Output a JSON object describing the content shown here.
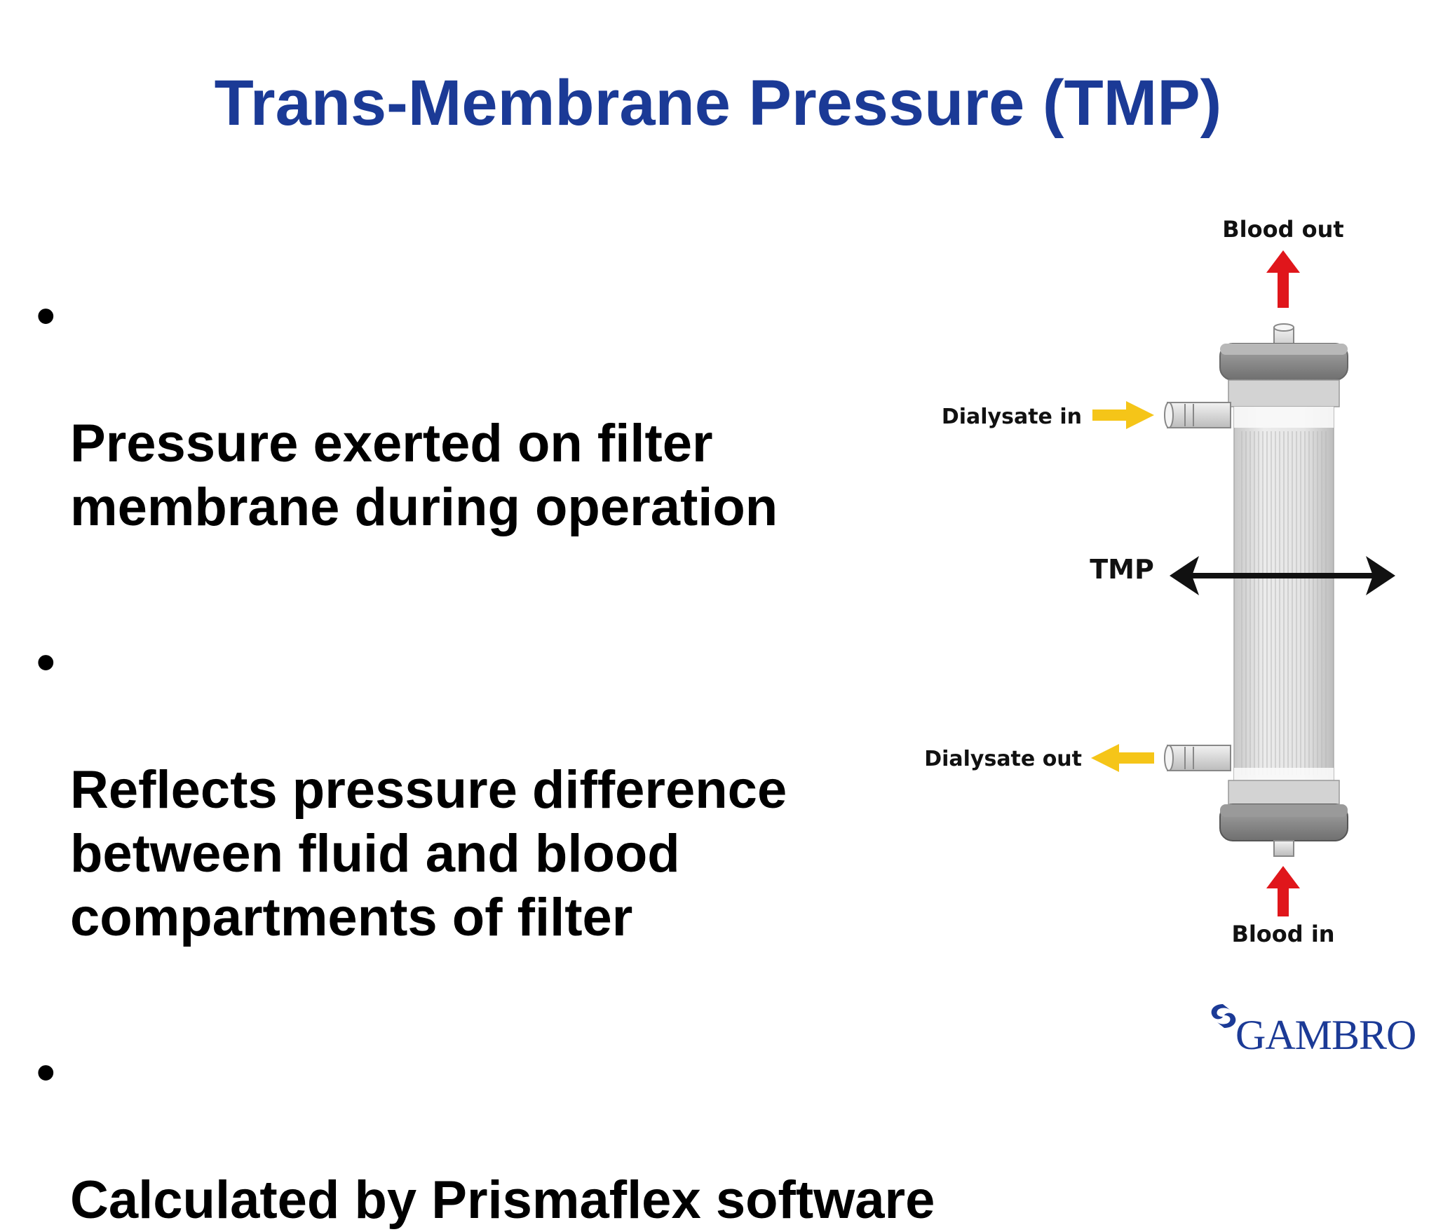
{
  "slide": {
    "title": "Trans-Membrane Pressure (TMP)",
    "bullets": [
      "Pressure exerted on filter\nmembrane during operation",
      "Reflects pressure difference\nbetween fluid and blood\ncompartments of filter",
      "Calculated by Prismaflex software"
    ],
    "bullet_symbol": "•"
  },
  "diagram": {
    "labels": {
      "blood_out": "Blood out",
      "blood_in": "Blood in",
      "dialysate_in": "Dialysate in",
      "dialysate_out": "Dialysate out",
      "tmp": "TMP"
    },
    "colors": {
      "blood_arrow": "#e0161b",
      "dialysate_arrow": "#f5c518",
      "tmp_arrow": "#111111",
      "cap": "#8e8e8e",
      "body": "#d9d9d9"
    }
  },
  "logo": {
    "text": "GAMBRO",
    "color": "#1b3a96"
  }
}
